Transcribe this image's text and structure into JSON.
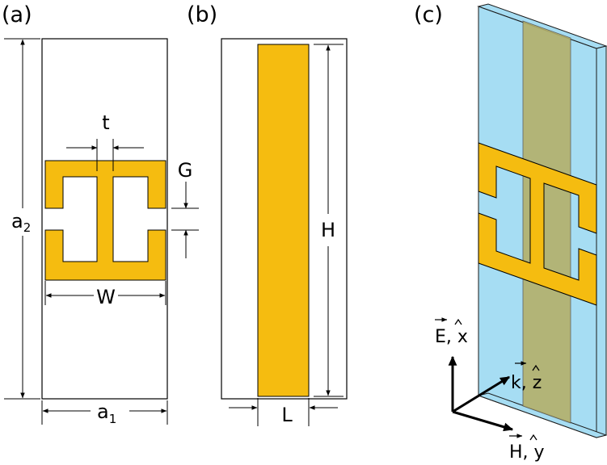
{
  "panels": {
    "a": {
      "label": "(a)",
      "t": "t",
      "g": "G",
      "a2_main": "a",
      "a2_sub": "2",
      "w": "W",
      "a1_main": "a",
      "a1_sub": "1"
    },
    "b": {
      "label": "(b)",
      "h": "H",
      "l": "L"
    },
    "c": {
      "label": "(c)",
      "e_axis": "E, x",
      "k_axis": "k, z",
      "h_axis": "H, y"
    }
  },
  "colors": {
    "gold": "#F5BC10",
    "glass": "#A6DDF3",
    "stripe": "#B4B06A",
    "outline": "#000000"
  }
}
